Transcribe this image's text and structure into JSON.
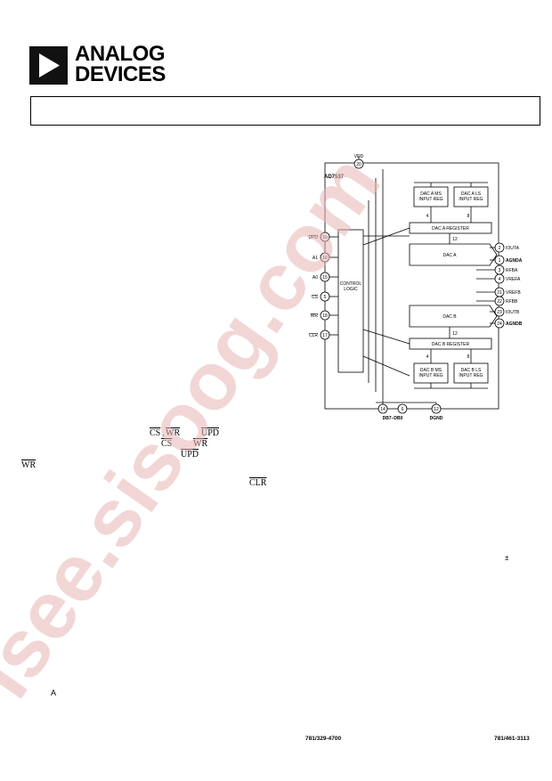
{
  "header": {
    "logo_line1": "ANALOG",
    "logo_line2": "DEVICES"
  },
  "diagram": {
    "part_number": "AD7537",
    "control_logic": [
      "CONTROL",
      "LOGIC"
    ],
    "regs": {
      "a_ms": [
        "DAC A MS",
        "INPUT REG"
      ],
      "a_ls": [
        "DAC A LS",
        "INPUT REG"
      ],
      "a_register": "DAC A REGISTER",
      "dac_a": "DAC A",
      "dac_b": "DAC B",
      "b_register": "DAC B REGISTER",
      "b_ms": [
        "DAC B MS",
        "INPUT REG"
      ],
      "b_ls": [
        "DAC B LS",
        "INPUT REG"
      ]
    },
    "bus": {
      "four": "4",
      "eight": "8",
      "twelve": "12"
    },
    "vdd": {
      "label": "VDD",
      "pin": "20"
    },
    "left_pins": [
      {
        "label": "UPD",
        "pin": "10"
      },
      {
        "label": "A1",
        "pin": "16"
      },
      {
        "label": "A0",
        "pin": "15"
      },
      {
        "label": "CS",
        "pin": "5"
      },
      {
        "label": "WR",
        "pin": "18"
      },
      {
        "label": "CLR",
        "pin": "17"
      }
    ],
    "right_pins": [
      {
        "label": "IOUTA",
        "pin": "2"
      },
      {
        "label": "AGNDA",
        "pin": "1"
      },
      {
        "label": "RFBA",
        "pin": "3"
      },
      {
        "label": "VREFA",
        "pin": "4"
      },
      {
        "label": "VREFB",
        "pin": "21"
      },
      {
        "label": "RFBB",
        "pin": "22"
      },
      {
        "label": "IOUTB",
        "pin": "23"
      },
      {
        "label": "AGNDB",
        "pin": "24"
      }
    ],
    "bottom_pins": [
      {
        "label": "DB7–DB0",
        "pin_a": "14",
        "pin_b": "6"
      },
      {
        "label": "DGND",
        "pin": "12"
      }
    ]
  },
  "signals": {
    "cs1": "CS",
    "wr1": "WR",
    "upd1": "UPD",
    "cs2": "CS",
    "wr2": "WR",
    "upd2": "UPD",
    "wr3": "WR",
    "clr": "CLR"
  },
  "misc": {
    "plusminus": "±",
    "letter_a": "A"
  },
  "footer": {
    "phone": "781/329-4700",
    "fax": "781/461-3113"
  },
  "watermark": {
    "text": "isee.sisoog.com",
    "color": "#e8b4b4"
  }
}
